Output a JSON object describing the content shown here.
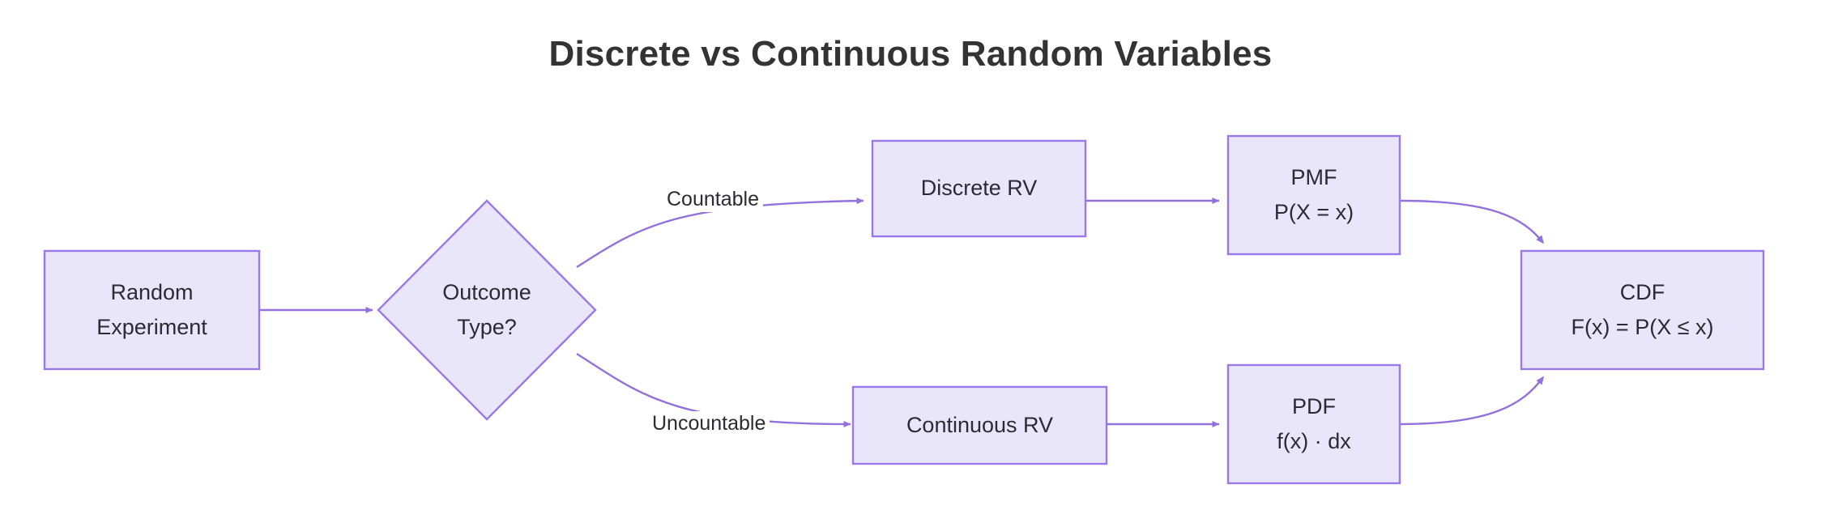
{
  "page": {
    "title": "Discrete vs Continuous Random Variables",
    "background_color": "#ffffff",
    "title_color": "#333333"
  },
  "theme": {
    "node_fill": "#e9e6fb",
    "node_stroke": "#9b78ea",
    "edge_stroke": "#9370db",
    "text_color": "#2b2b33"
  },
  "nodes": {
    "random_experiment": {
      "id": "random-experiment",
      "shape": "rectangle",
      "line1": "Random",
      "line2": "Experiment"
    },
    "outcome_type": {
      "id": "outcome-type",
      "shape": "diamond",
      "line1": "Outcome",
      "line2": "Type?"
    },
    "discrete_rv": {
      "id": "discrete-rv",
      "shape": "rectangle",
      "line1": "Discrete RV",
      "line2": ""
    },
    "continuous_rv": {
      "id": "continuous-rv",
      "shape": "rectangle",
      "line1": "Continuous RV",
      "line2": ""
    },
    "pmf": {
      "id": "pmf",
      "shape": "rectangle",
      "line1": "PMF",
      "line2": "P(X = x)"
    },
    "pdf": {
      "id": "pdf",
      "shape": "rectangle",
      "line1": "PDF",
      "line2": "f(x) · dx"
    },
    "cdf": {
      "id": "cdf",
      "shape": "rectangle",
      "line1": "CDF",
      "line2": "F(x) = P(X ≤ x)"
    }
  },
  "edges": {
    "experiment_to_decision": {
      "label": ""
    },
    "decision_to_discrete": {
      "label": "Countable"
    },
    "decision_to_continuous": {
      "label": "Uncountable"
    },
    "discrete_to_pmf": {
      "label": ""
    },
    "continuous_to_pdf": {
      "label": ""
    },
    "pmf_to_cdf": {
      "label": ""
    },
    "pdf_to_cdf": {
      "label": ""
    }
  }
}
